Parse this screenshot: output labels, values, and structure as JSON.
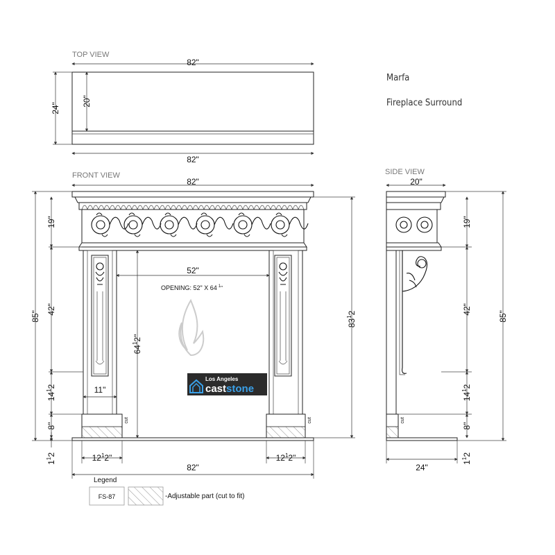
{
  "title": {
    "line1": "Marfa",
    "line2": "Fireplace Surround"
  },
  "views": {
    "top": "TOP VIEW",
    "front": "FRONT VIEW",
    "side": "SIDE VIEW"
  },
  "top_view": {
    "width_top": "82\"",
    "width_bottom": "82\"",
    "depth": "24\"",
    "inner_depth": "20\""
  },
  "front_view": {
    "width_top": "82\"",
    "width_bottom": "82\"",
    "frieze_height": "19\"",
    "leg_height": "42\"",
    "total_height": "85\"",
    "lower_height": "14",
    "plinth_height": "8\"",
    "hearth_height": "1",
    "opening_width": "52\"",
    "opening_height": "64",
    "opening_label": "OPENING:  52\" X 64",
    "pilaster_width": "11\"",
    "base_width_left": "12",
    "base_width_right": "12",
    "inner_height": "83",
    "cut_left": "cut",
    "cut_right": "cut"
  },
  "fractions": {
    "half_num": "1",
    "half_den": "2",
    "inch": "\""
  },
  "side_view": {
    "depth_top": "20\"",
    "depth_bottom": "24\"",
    "frieze_height": "19\"",
    "bracket_height": "42\"",
    "total_height": "85\"",
    "lower_height": "14",
    "plinth_height": "8\"",
    "hearth_height": "1",
    "cut": "cut"
  },
  "logo": {
    "line1": "Los Angeles",
    "cast": "cast",
    "stone": "stone",
    "colors": {
      "bg": "#2b2b2b",
      "accent": "#3aa0e8"
    }
  },
  "legend": {
    "title": "Legend",
    "code": "FS-87",
    "hatch_label": "-Adjustable part (cut to fit)"
  }
}
